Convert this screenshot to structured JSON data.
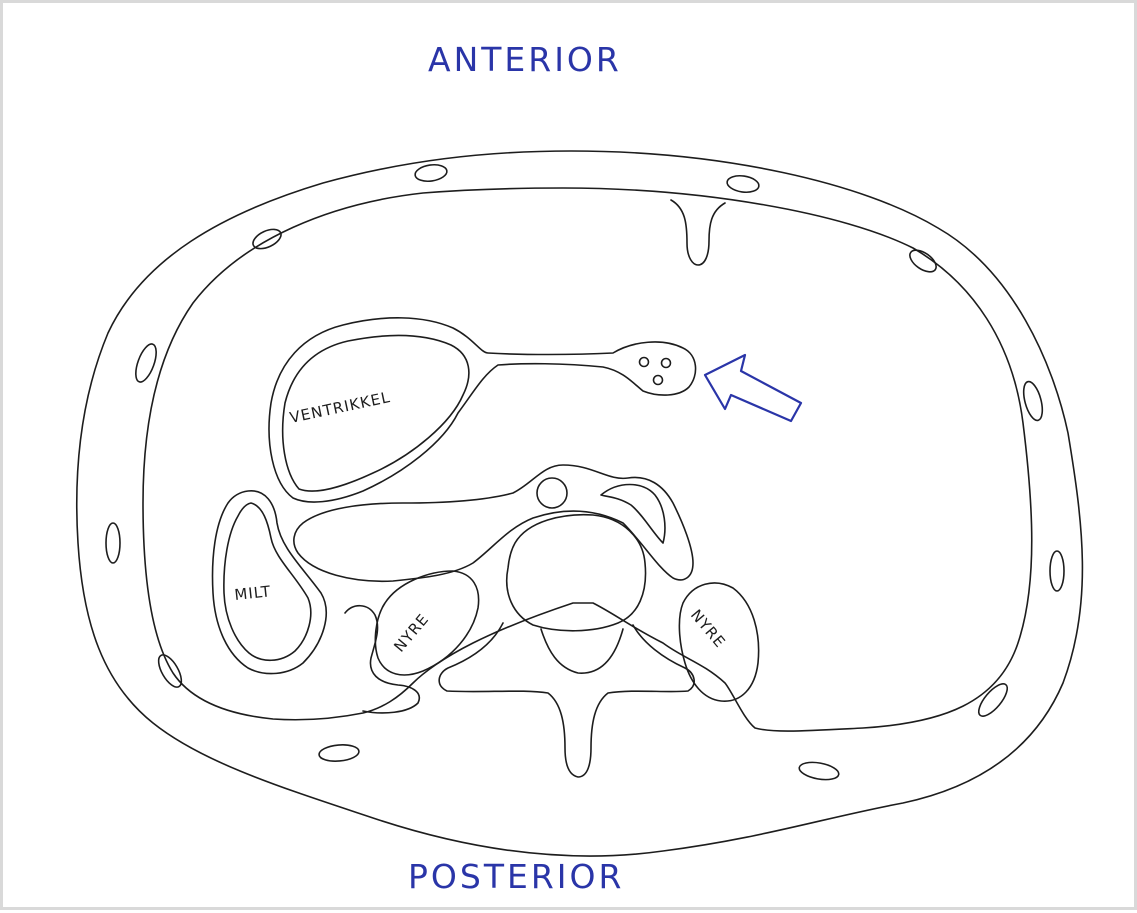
{
  "labels": {
    "top": "ANTERIOR",
    "bottom": "POSTERIOR",
    "ventricle": "VENTRIKKEL",
    "spleen": "MILT",
    "kidney_left": "NYRE",
    "kidney_right": "NYRE"
  },
  "colors": {
    "ink": "#1d1d1d",
    "blue_ink": "#2a35a8",
    "frame_border": "#d9d9d9"
  },
  "icons": {
    "arrow": "arrow-pointing-left-icon"
  }
}
